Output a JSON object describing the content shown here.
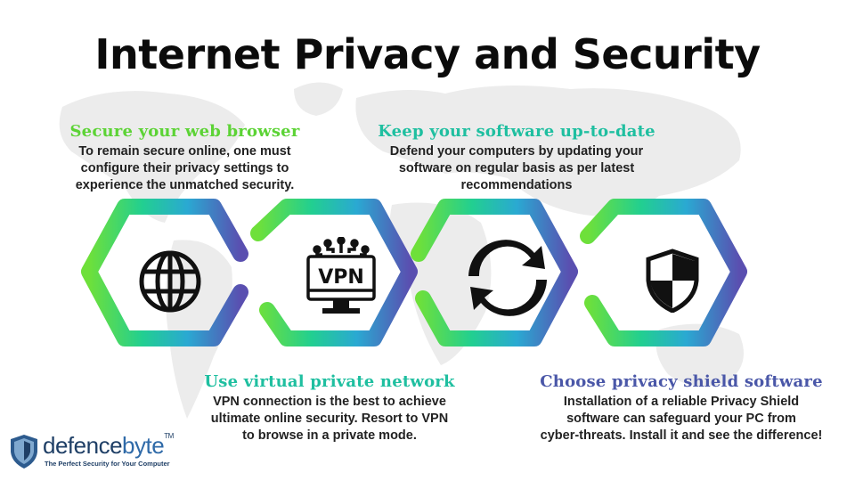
{
  "title": "Internet Privacy and Security",
  "colors": {
    "green": "#5cd335",
    "teal": "#1fbfa0",
    "blue": "#2b8fcf",
    "purple": "#4a57a8",
    "map": "#e9e9e9"
  },
  "steps": [
    {
      "heading": "Secure your web browser",
      "text_lines": [
        "To remain secure online, one must",
        "configure their privacy settings to",
        "experience the unmatched security."
      ],
      "icon": "globe-icon"
    },
    {
      "heading": "Use virtual private network",
      "text_lines": [
        "VPN connection is the best to achieve",
        "ultimate online security. Resort to VPN",
        "to browse in a private mode."
      ],
      "icon": "vpn-monitor-icon",
      "icon_text": "VPN"
    },
    {
      "heading": "Keep your software up-to-date",
      "text_lines": [
        "Defend your computers by updating your",
        "software on regular basis as per latest",
        "recommendations"
      ],
      "icon": "sync-arrows-icon"
    },
    {
      "heading": "Choose privacy shield software",
      "text_lines": [
        "Installation of a reliable Privacy Shield",
        "software can safeguard your PC from",
        "cyber-threats. Install it and see the difference!"
      ],
      "icon": "shield-icon"
    }
  ],
  "logo": {
    "name_part1": "defence",
    "name_part2": "byte",
    "trademark": "TM",
    "tagline": "The Perfect Security for Your Computer",
    "icon": "shield-logo-icon"
  }
}
